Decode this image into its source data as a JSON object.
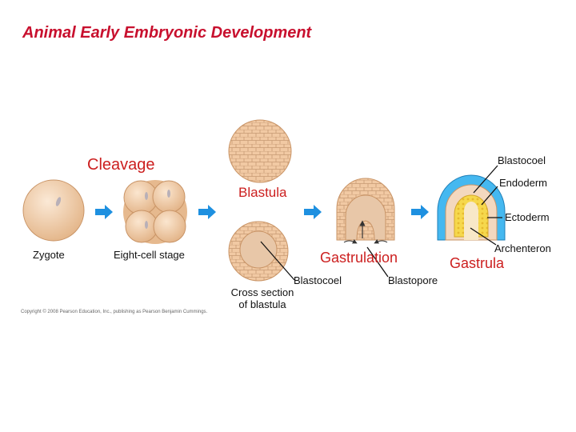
{
  "title": "Animal Early Embryonic Development",
  "stages": {
    "cleavage": "Cleavage",
    "blastula": "Blastula",
    "gastrulation": "Gastrulation",
    "gastrula": "Gastrula"
  },
  "labels": {
    "zygote": "Zygote",
    "eight_cell": "Eight-cell stage",
    "blastocoel_top": "Blastocoel",
    "endoderm": "Endoderm",
    "ectoderm": "Ectoderm",
    "archenteron": "Archenteron",
    "blastocoel_bottom": "Blastocoel",
    "blastopore": "Blastopore",
    "cross_section_line1": "Cross section",
    "cross_section_line2": "of blastula"
  },
  "copyright": "Copyright © 2008 Pearson Education, Inc., publishing as Pearson Benjamin Cummings.",
  "colors": {
    "title": "#c8102e",
    "stage_label": "#cc1f1f",
    "arrow": "#1e90e0",
    "cell": "#f2d2b0",
    "ectoderm": "#45b8f0",
    "endoderm": "#f5d64a"
  }
}
